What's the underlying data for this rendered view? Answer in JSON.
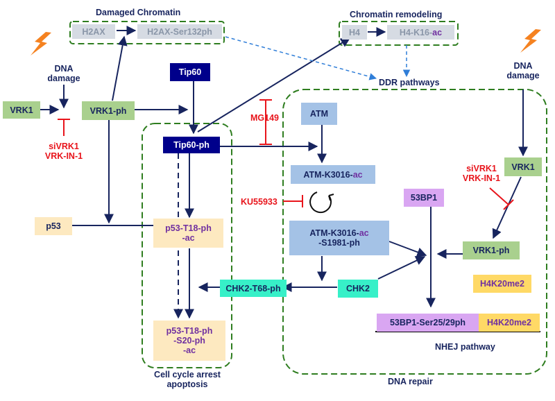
{
  "labels": {
    "damaged_chromatin": "Damaged Chromatin",
    "chromatin_remodeling": "Chromatin remodeling",
    "ddr_pathways": "DDR pathways",
    "dna_damage_left_1": "DNA",
    "dna_damage_left_2": "damage",
    "dna_damage_right_1": "DNA",
    "dna_damage_right_2": "damage",
    "nhej_pathway": "NHEJ pathway",
    "cell_cycle_1": "Cell cycle arrest",
    "cell_cycle_2": "apoptosis",
    "dna_repair": "DNA repair"
  },
  "inhibitors": {
    "sivrk1_left": "siVRK1",
    "vrkin1_left": "VRK-IN-1",
    "mg149": "MG149",
    "ku55933": "KU55933",
    "sivrk1_right": "siVRK1",
    "vrkin1_right": "VRK-IN-1"
  },
  "nodes": {
    "h2ax": "H2AX",
    "h2ax_ser132ph": "H2AX-Ser132ph",
    "h4": "H4",
    "h4_k16_prefix": "H4-K16-",
    "h4_k16_ac": "ac",
    "vrk1_left": "VRK1",
    "vrk1ph_left": "VRK1-ph",
    "tip60": "Tip60",
    "tip60ph": "Tip60-ph",
    "atm": "ATM",
    "atm_k3016_prefix": "ATM-K3016-",
    "atm_k3016_ac": "ac",
    "atm_s1981_line1_prefix": "ATM-K3016-",
    "atm_s1981_line1_ac": "ac",
    "atm_s1981_line2": "-S1981-ph",
    "p53": "p53",
    "p53_t18_line1": "p53-T18-ph",
    "p53_t18_line2": "-ac",
    "p53_s20_line1": "p53-T18-ph",
    "p53_s20_line2": "-S20-ph",
    "p53_s20_line3": "-ac",
    "chk2_t68": "CHK2-T68-ph",
    "chk2": "CHK2",
    "bp53": "53BP1",
    "vrk1_right": "VRK1",
    "vrk1ph_right": "VRK1-ph",
    "h4k20me2": "H4K20me2",
    "bp53_ser": "53BP1-Ser25/29ph",
    "h4k20me2_bottom": "H4K20me2"
  },
  "colors": {
    "navy_arrow": "#17245e",
    "inhibitor_red": "#e8141b",
    "dashed_green": "#2e7d1f",
    "dashed_blue": "#2f7ed8"
  },
  "icons": {
    "lightning_left": "lightning-bolt-icon",
    "lightning_right": "lightning-bolt-icon",
    "cycle": "circular-arrow-icon"
  }
}
